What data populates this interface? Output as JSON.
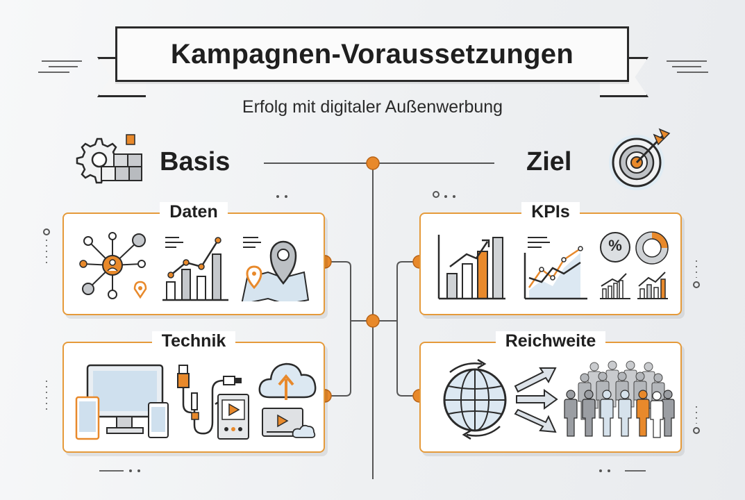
{
  "banner": {
    "title": "Kampagnen-Voraussetzungen"
  },
  "subtitle": "Erfolg mit digitaler Außenwerbung",
  "left_heading": "Basis",
  "right_heading": "Ziel",
  "cards": {
    "daten": {
      "title": "Daten"
    },
    "technik": {
      "title": "Technik"
    },
    "kpis": {
      "title": "KPIs"
    },
    "reichweite": {
      "title": "Reichweite"
    }
  },
  "kpi_badge_percent": "%",
  "colors": {
    "accent": "#e8892b",
    "dark": "#2a2a2a",
    "gray": "#8a8d91",
    "light_blue": "#c9dceb"
  }
}
